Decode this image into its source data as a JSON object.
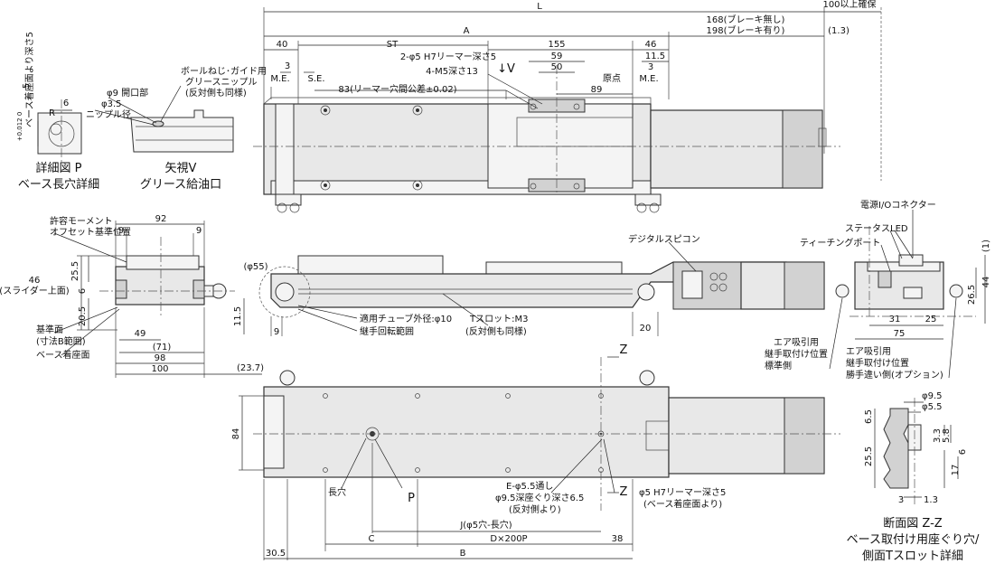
{
  "top_view": {
    "dim_L": "L",
    "dim_100": "100以上確保",
    "dim_A": "A",
    "dim_40": "40",
    "dim_ST": "ST",
    "dim_155": "155",
    "dim_46": "46",
    "dim_168": "168(ブレーキ無し)",
    "dim_198": "198(ブレーキ有り)",
    "dim_1_3": "(1.3)",
    "dim_3": "3",
    "dim_2phi5": "2-φ5 H7リーマー深さ5",
    "dim_59": "59",
    "dim_50": "50",
    "dim_4M5": "4-M5深さ13",
    "arrow_v": "↓V",
    "dim_11_5": "11.5",
    "dim_3b": "3",
    "me_left": "M.E.",
    "se": "S.E.",
    "dim_83": "83(リーマー穴間公差±0.02)",
    "origin": "原点",
    "dim_89": "89",
    "me_right": "M.E."
  },
  "detail_p": {
    "dim_5": "5",
    "tol": "+0.012 0",
    "depth_note": "ベース着座面より深さ5",
    "r_label": "R",
    "dim_6": "6",
    "title1": "詳細図 P",
    "title2": "ベース長穴詳細"
  },
  "detail_v": {
    "phi9": "φ9 開口部",
    "phi3_5": "φ3.5",
    "nipple": "ニップル径",
    "grease_note1": "ボールねじ･ガイド用",
    "grease_note2": "グリースニップル",
    "grease_note3": "(反対側も同様)",
    "title1": "矢視V",
    "title2": "グリース給油口"
  },
  "end_view": {
    "moment1": "許容モーメント",
    "moment2": "オフセット基準位置",
    "dim_92": "92",
    "dim_9a": "9",
    "dim_9b": "9",
    "dim_46": "46",
    "slider_top": "(スライダー上面)",
    "dim_25_5": "25.5",
    "dim_6": "6",
    "dim_20_5": "20.5",
    "ref1": "基準面",
    "ref2": "(寸法B範囲)",
    "base_seat": "ベース着座面",
    "dim_49": "49",
    "dim_71": "(71)",
    "dim_98": "98",
    "dim_100": "100",
    "dim_11_5": "11.5",
    "dim_23_7": "(23.7)"
  },
  "side_view": {
    "phi55": "(φ55)",
    "dim_9": "9",
    "tube": "適用チューブ外径:φ10",
    "rot_range": "継手回転範囲",
    "tslot1": "Tスロット:M3",
    "tslot2": "(反対側も同様)",
    "dim_20": "20",
    "digital": "デジタルスピコン"
  },
  "right_view": {
    "power": "電源I/Oコネクター",
    "status": "ステータスLED",
    "teaching": "ティーチングポート",
    "dim_1": "(1)",
    "dim_44": "44",
    "dim_26_5": "26.5",
    "dim_31": "31",
    "dim_25": "25",
    "dim_75": "75",
    "air1a": "エア吸引用",
    "air1b": "継手取付け位置",
    "air1c": "標準側",
    "air2a": "エア吸引用",
    "air2b": "継手取付け位置",
    "air2c": "勝手違い側(オプション)"
  },
  "bottom_view": {
    "z_top": "Z",
    "z_bottom": "Z",
    "dim_84": "84",
    "long_hole": "長穴",
    "p_label": "P",
    "e_phi1": "E-φ5.5通し",
    "e_phi2": "φ9.5深座ぐり深さ6.5",
    "e_phi3": "(反対側より)",
    "phi5_1": "φ5 H7リーマー深さ5",
    "phi5_2": "(ベース着座面より)",
    "dim_J": "J(φ5穴-長穴)",
    "dim_C": "C",
    "dim_D": "D×200P",
    "dim_38": "38",
    "dim_30_5": "30.5",
    "dim_B": "B"
  },
  "section_z": {
    "phi9_5": "φ9.5",
    "phi5_5": "φ5.5",
    "dim_6_5": "6.5",
    "dim_3_3": "3.3",
    "dim_5_8": "5.8",
    "dim_25_5": "25.5",
    "dim_6": "6",
    "dim_17": "17",
    "dim_3": "3",
    "dim_1_3": "1.3",
    "title1": "断面図 Z-Z",
    "title2": "ベース取付け用座ぐり穴/",
    "title3": "側面Tスロット詳細"
  }
}
